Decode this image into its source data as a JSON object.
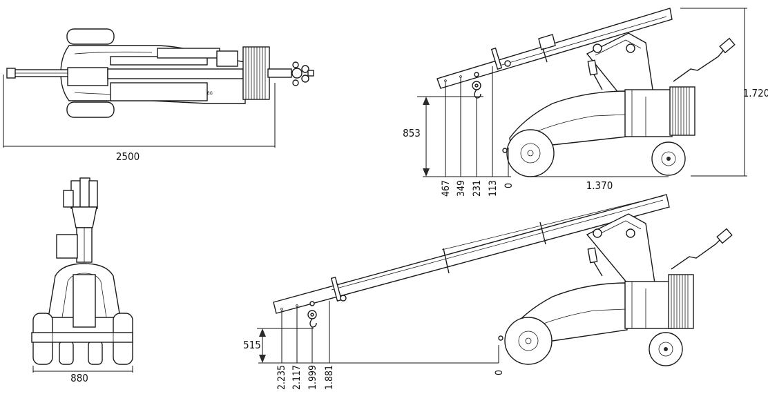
{
  "colors": {
    "line": "#1a1a1a",
    "background": "#ffffff",
    "motor": "#2a2a2a"
  },
  "dimensions": {
    "top_view_length": "2500",
    "front_view_width": "880",
    "side_height": "1.720",
    "side_wheelbase": "1.370",
    "side_hook_height": "853",
    "side_marks": [
      "467",
      "349",
      "231",
      "113",
      "0"
    ],
    "ext_hook_height": "515",
    "ext_marks": [
      "2.235",
      "2.117",
      "1.999",
      "1.881",
      "0"
    ]
  }
}
